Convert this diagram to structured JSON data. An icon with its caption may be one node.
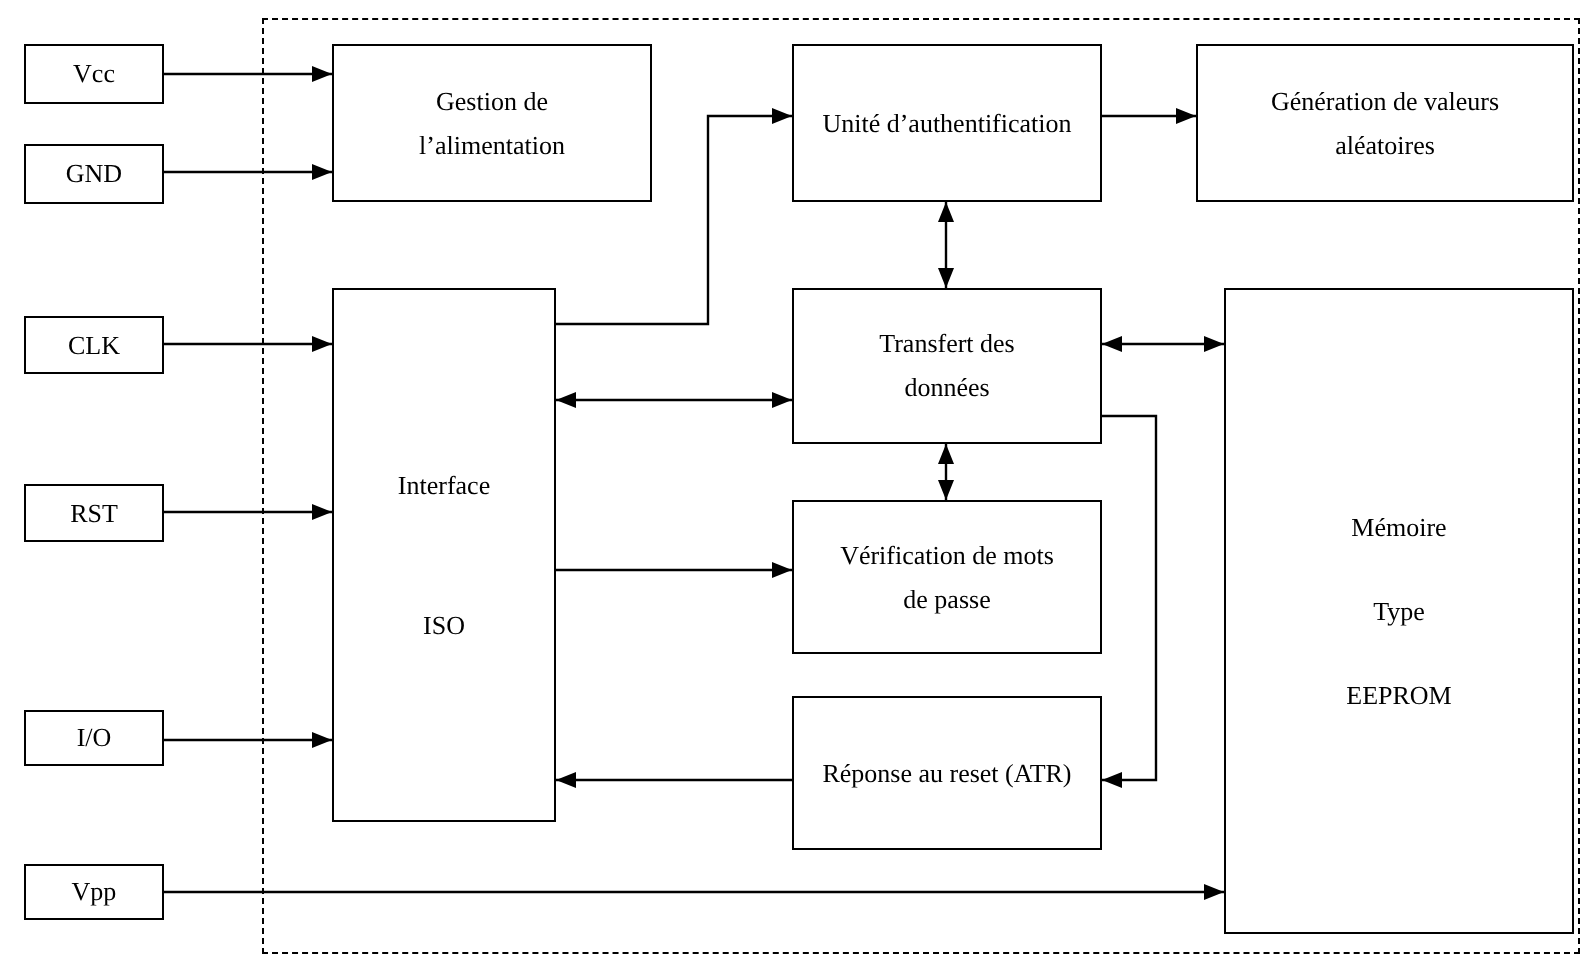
{
  "diagram": {
    "nodes": [
      {
        "text": [],
        "shape": "box"
      },
      {
        "text": [
          "Vcc"
        ]
      },
      {
        "text": [
          "GND"
        ]
      },
      {
        "text": [
          "Gestion de l’alimentation"
        ],
        "in": 0
      },
      {
        "text": [
          "Unité d’authentification"
        ],
        "in": 0
      },
      {
        "text": [
          "Génération de valeurs aléatoires"
        ],
        "in": 0
      },
      {
        "text": [
          "CLK"
        ]
      },
      {
        "text": [
          "Interface",
          "ISO"
        ],
        "in": 0
      },
      {
        "text": [
          "Transfert des données"
        ],
        "in": 0
      },
      {
        "text": [
          "Mémoire",
          "Type",
          "EEPROM"
        ],
        "in": 0
      },
      {
        "text": [
          "RST"
        ]
      },
      {
        "text": [
          "Vérification de mots de passe"
        ],
        "in": 0
      },
      {
        "text": [
          "I/O"
        ]
      },
      {
        "text": [
          "Réponse au reset (ATR)"
        ],
        "in": 0
      },
      {
        "text": [
          "Vpp"
        ]
      }
    ],
    "edges": [
      {
        "from": 1,
        "to": 3,
        "arrow": "to"
      },
      {
        "from": 2,
        "to": 3,
        "arrow": "to"
      },
      {
        "from": 6,
        "to": 7,
        "arrow": "to"
      },
      {
        "from": 10,
        "to": 7,
        "arrow": "to"
      },
      {
        "from": 12,
        "to": 7,
        "arrow": "to"
      },
      {
        "from": 14,
        "to": 9,
        "arrow": "to"
      },
      {
        "from": 7,
        "to": 4,
        "arrow": "to"
      },
      {
        "from": 4,
        "to": 5,
        "arrow": "to"
      },
      {
        "from": 4,
        "to": 8,
        "arrow": "both"
      },
      {
        "from": 7,
        "to": 8,
        "arrow": "both"
      },
      {
        "from": 8,
        "to": 9,
        "arrow": "both"
      },
      {
        "from": 8,
        "to": 11,
        "arrow": "both"
      },
      {
        "from": 7,
        "to": 11,
        "arrow": "to"
      },
      {
        "from": 8,
        "to": 13,
        "arrow": "to"
      },
      {
        "from": 13,
        "to": 7,
        "arrow": "to"
      }
    ]
  }
}
